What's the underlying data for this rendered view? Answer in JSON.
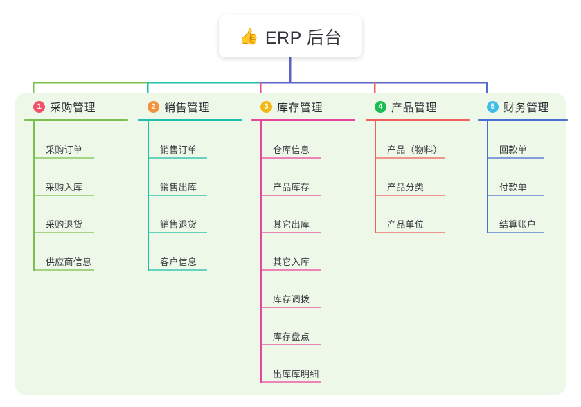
{
  "root": {
    "icon": "thumbs-up-emoji",
    "emoji": "👍",
    "title": "ERP 后台"
  },
  "theme": {
    "panel_bg": "#eef8e9",
    "page_bg": "#ffffff",
    "card_bg": "#ffffff",
    "text": "#33343a",
    "root_stem": "#5c63c4"
  },
  "columns": [
    {
      "index": "1",
      "title": "采购管理",
      "accent": "#7cbf4e",
      "badge_color": "#f2536b",
      "items": [
        "采购订单",
        "采购入库",
        "采购退货",
        "供应商信息"
      ]
    },
    {
      "index": "2",
      "title": "销售管理",
      "accent": "#1fbfa8",
      "badge_color": "#f5903c",
      "items": [
        "销售订单",
        "销售出库",
        "销售退货",
        "客户信息"
      ]
    },
    {
      "index": "3",
      "title": "库存管理",
      "accent": "#e8469b",
      "badge_color": "#f3b816",
      "items": [
        "仓库信息",
        "产品库存",
        "其它出库",
        "其它入库",
        "库存调拨",
        "库存盘点",
        "出库库明细"
      ]
    },
    {
      "index": "4",
      "title": "产品管理",
      "accent": "#f0605e",
      "badge_color": "#1bbd52",
      "items": [
        "产品（物料）",
        "产品分类",
        "产品单位"
      ]
    },
    {
      "index": "5",
      "title": "财务管理",
      "accent": "#4a6fd4",
      "badge_color": "#3fbde8",
      "items": [
        "回款单",
        "付款单",
        "结算账户"
      ]
    }
  ]
}
